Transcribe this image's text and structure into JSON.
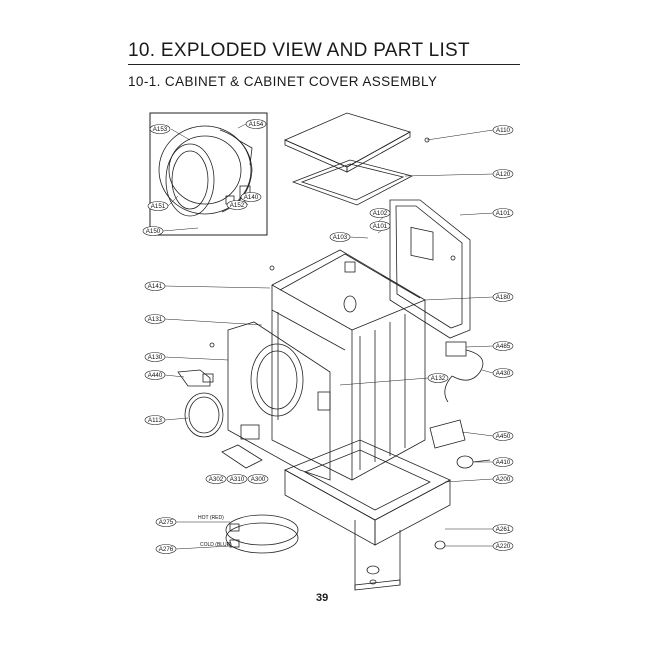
{
  "header": {
    "title": "10. EXPLODED VIEW AND PART LIST",
    "subtitle": "10-1.  CABINET & CABINET COVER ASSEMBLY"
  },
  "callouts": {
    "A153": "A153",
    "A154": "A154",
    "A151": "A151",
    "A152": "A152",
    "A140": "A140",
    "A150": "A150",
    "A110": "A110",
    "A120": "A120",
    "A102": "A102",
    "A101": "A101",
    "A103": "A103",
    "A141": "A141",
    "A131": "A131",
    "A130": "A130",
    "A440": "A440",
    "A113": "A113",
    "A180": "A180",
    "A485": "A485",
    "A430": "A430",
    "A132": "A132",
    "A450": "A450",
    "A410": "A410",
    "A302": "A302",
    "A310": "A310",
    "A300": "A300",
    "A200": "A200",
    "A275": "A275",
    "A276": "A276",
    "A261": "A261",
    "A220": "A220"
  },
  "hose_labels": {
    "hot": "HOT (RED)",
    "cold": "COLD (BLUE)"
  },
  "footer": {
    "page_number": "39"
  }
}
